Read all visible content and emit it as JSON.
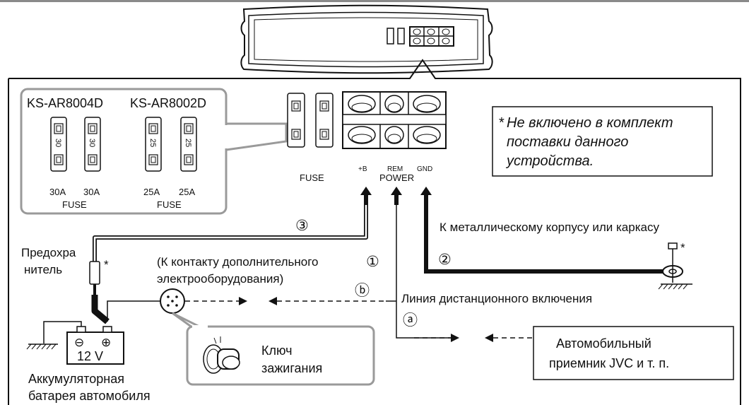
{
  "inset_models": {
    "model_4ch": "KS-AR8004D",
    "model_2ch": "KS-AR8002D"
  },
  "inset_fuses": {
    "fuse_30_a": "30",
    "fuse_30_b": "30",
    "fuse_25_a": "25",
    "fuse_25_b": "25",
    "rating_30_a": "30A",
    "rating_30_b": "30A",
    "rating_25_a": "25A",
    "rating_25_b": "25A",
    "fuse_label_left": "FUSE",
    "fuse_label_right": "FUSE"
  },
  "terminals": {
    "fuse": "FUSE",
    "plus_b": "+B",
    "rem": "REM",
    "gnd": "GND",
    "power": "POWER"
  },
  "note": {
    "star": "*",
    "line1": "Не включено в комплект",
    "line2": "поставки данного",
    "line3": "устройства."
  },
  "callouts": {
    "num_3": "③",
    "num_1": "①",
    "num_2": "②",
    "letter_b": "ⓑ",
    "letter_a": "ⓐ",
    "accessory_line1": "(К контакту дополнительного",
    "accessory_line2": "электрооборудования)",
    "chassis": "К металлическому корпусу или каркасу",
    "remote_line": "Линия дистанционного включения",
    "fuse_line1": "Предохра",
    "fuse_line2": "нитель",
    "fuse_star": "*",
    "bolt_star": "*"
  },
  "battery": {
    "minus": "⊖",
    "plus": "⊕",
    "voltage": "12 V",
    "label_line1": "Аккумуляторная",
    "label_line2": "батарея автомобиля"
  },
  "ignition": {
    "line1": "Ключ",
    "line2": "зажигания"
  },
  "receiver": {
    "line1": "Автомобильный",
    "line2": "приемник JVC и т. п."
  }
}
